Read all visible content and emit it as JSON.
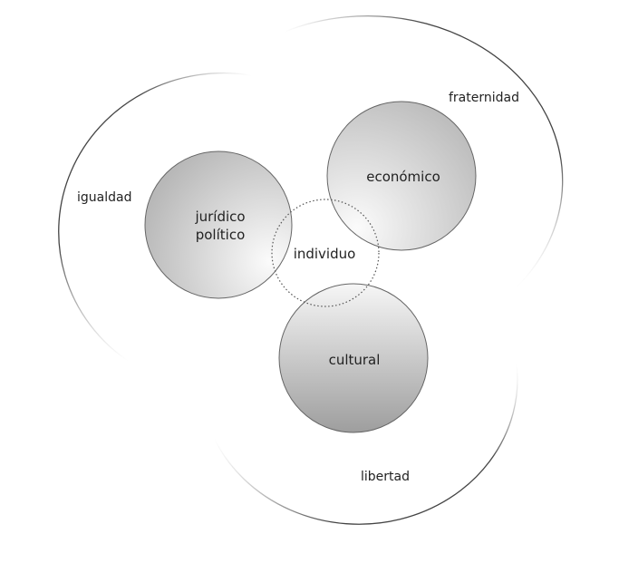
{
  "diagram": {
    "outer_sets": [
      {
        "label": "igualdad"
      },
      {
        "label": "fraternidad"
      },
      {
        "label": "libertad"
      }
    ],
    "spheres": [
      {
        "label_line1": "jurídico",
        "label_line2": "político"
      },
      {
        "label": "económico"
      },
      {
        "label": "cultural"
      }
    ],
    "center": {
      "label": "individuo"
    }
  }
}
